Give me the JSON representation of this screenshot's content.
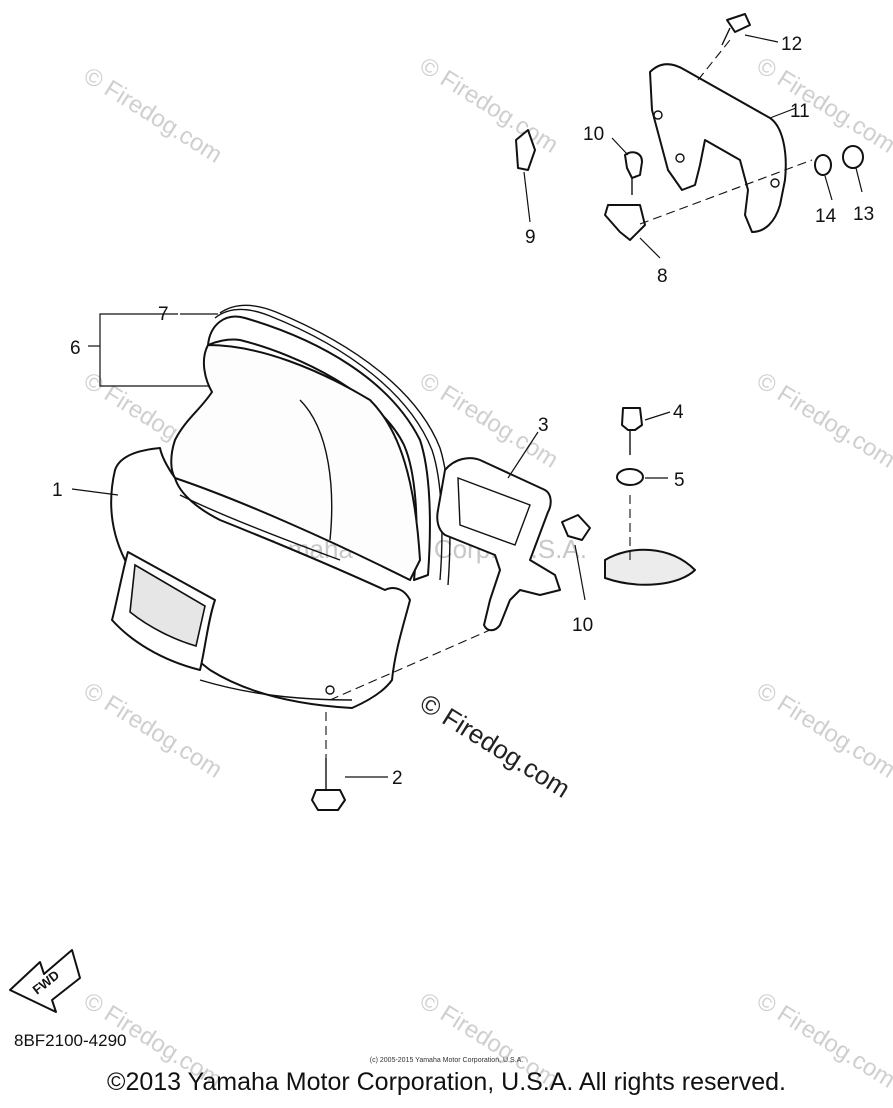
{
  "callouts": {
    "c1": "1",
    "c2": "2",
    "c3": "3",
    "c4": "4",
    "c5": "5",
    "c6": "6",
    "c7": "7",
    "c8": "8",
    "c9": "9",
    "c10a": "10",
    "c10b": "10",
    "c11": "11",
    "c12": "12",
    "c13": "13",
    "c14": "14"
  },
  "watermark": {
    "site": "© Firedog.com",
    "center": "Yamaha Motor Corp., U.S.A."
  },
  "fwd_label": "FWD",
  "part_code": "8BF2100-4290",
  "small_copyright": "(c) 2005-2015 Yamaha Motor Corporation, U.S.A.",
  "copyright": "©2013 Yamaha Motor Corporation, U.S.A. All rights reserved.",
  "colors": {
    "line": "#111111",
    "watermark": "#cfcfcf",
    "background": "#ffffff"
  }
}
